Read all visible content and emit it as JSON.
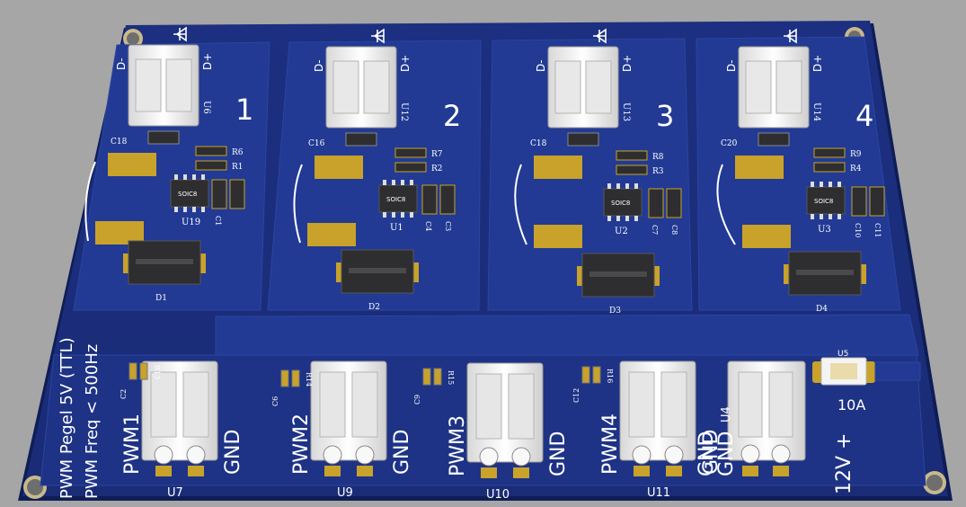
{
  "colors": {
    "background": "#a6a6a6",
    "board": "#1a2d7a",
    "board_edge": "#0f1d57",
    "copper_pour": "#223a93",
    "gold": "#c8a22a",
    "silkscreen": "#ffffff",
    "connector": "#f1f1f1",
    "ic": "#2e2e30"
  },
  "channels": [
    {
      "number": "1",
      "connector": "U6",
      "cap": "C18",
      "r_top": "R6",
      "r_bottom": "R1",
      "mosfet": "U19",
      "mosfet_marking": "SOIC8",
      "cap2": "C1",
      "diode": "D1"
    },
    {
      "number": "2",
      "connector": "U12",
      "cap": "C16",
      "r_top": "R7",
      "r_bottom": "R2",
      "mosfet": "U1",
      "mosfet_marking": "SOIC8",
      "cap2": "C4",
      "cap3": "C3",
      "diode": "D2"
    },
    {
      "number": "3",
      "connector": "U13",
      "cap": "C18",
      "r_top": "R8",
      "r_bottom": "R3",
      "mosfet": "U2",
      "mosfet_marking": "SOIC8",
      "cap2": "C7",
      "cap3": "C8",
      "diode": "D3"
    },
    {
      "number": "4",
      "connector": "U14",
      "cap": "C20",
      "r_top": "R9",
      "r_bottom": "R4",
      "mosfet": "U3",
      "mosfet_marking": "SOIC8",
      "cap2": "C10",
      "cap3": "C11",
      "diode": "D4"
    }
  ],
  "connector_labels": {
    "minus": "D-",
    "plus": "D+"
  },
  "inputs": [
    {
      "ref": "U7",
      "signal": "PWM1",
      "ground": "GND",
      "cap": "C2",
      "res": "R13"
    },
    {
      "ref": "U9",
      "signal": "PWM2",
      "ground": "GND",
      "cap": "C6",
      "res": "R14"
    },
    {
      "ref": "U10",
      "signal": "PWM3",
      "ground": "GND",
      "cap": "C9",
      "res": "R15"
    },
    {
      "ref": "U11",
      "signal": "PWM4",
      "ground": "GND",
      "cap": "C12",
      "res": "R16"
    }
  ],
  "power": {
    "ref": "U4",
    "ground_1": "GND",
    "ground_2": "GND",
    "supply": "12V +",
    "fuse_ref": "U5",
    "fuse_rating": "10A"
  },
  "notes": {
    "line1": "PWM Pegel 5V (TTL)",
    "line2": "PWM Freq < 500Hz"
  }
}
